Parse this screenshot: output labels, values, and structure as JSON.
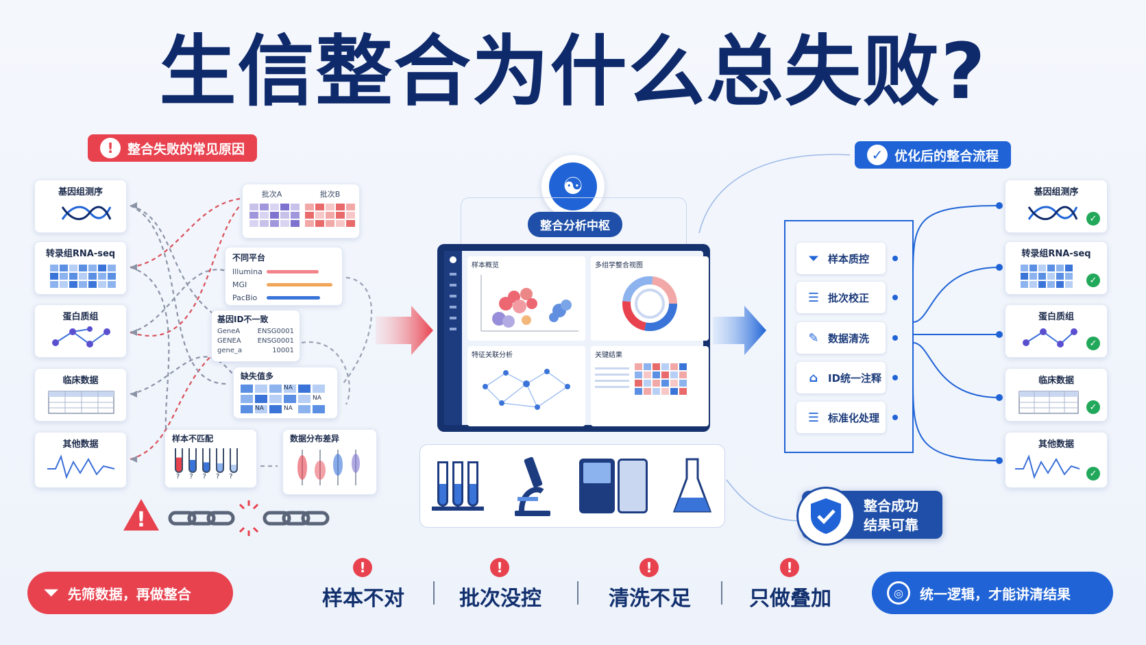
{
  "title": "生信整合为什么总失败?",
  "left_section": {
    "label": "整合失败的常见原因",
    "sources": [
      "基因组测序",
      "转录组RNA-seq",
      "蛋白质组",
      "临床数据",
      "其他数据"
    ],
    "issues": {
      "batch": {
        "a": "批次A",
        "b": "批次B"
      },
      "platform": {
        "title": "不同平台",
        "rows": [
          "Illumina",
          "MGI",
          "PacBio"
        ]
      },
      "gene_id": {
        "title": "基因ID不一致",
        "rows": [
          [
            "GeneA",
            "ENSG0001"
          ],
          [
            "GENEA",
            "ENSG0001"
          ],
          [
            "gene_a",
            "10001"
          ]
        ]
      },
      "missing": {
        "title": "缺失值多",
        "na": "NA"
      },
      "sample_mismatch": {
        "title": "样本不匹配",
        "q": "?"
      },
      "distribution": {
        "title": "数据分布差异"
      }
    }
  },
  "hub": {
    "label": "整合分析中枢",
    "panels": [
      "样本概览",
      "多组学整合视图",
      "特征关联分析",
      "关键结果"
    ]
  },
  "right_section": {
    "label": "优化后的整合流程",
    "steps": [
      "样本质控",
      "批次校正",
      "数据清洗",
      "ID统一注释",
      "标准化处理"
    ],
    "outputs": [
      "基因组测序",
      "转录组RNA-seq",
      "蛋白质组",
      "临床数据",
      "其他数据"
    ],
    "success": [
      "整合成功",
      "结果可靠"
    ]
  },
  "bottom": {
    "left": "先筛数据，再做整合",
    "items": [
      "样本不对",
      "批次没控",
      "清洗不足",
      "只做叠加"
    ],
    "right": "统一逻辑，才能讲清结果"
  },
  "colors": {
    "red": "#e8424f",
    "blue": "#1f63d6",
    "navy": "#0f2a6b"
  }
}
